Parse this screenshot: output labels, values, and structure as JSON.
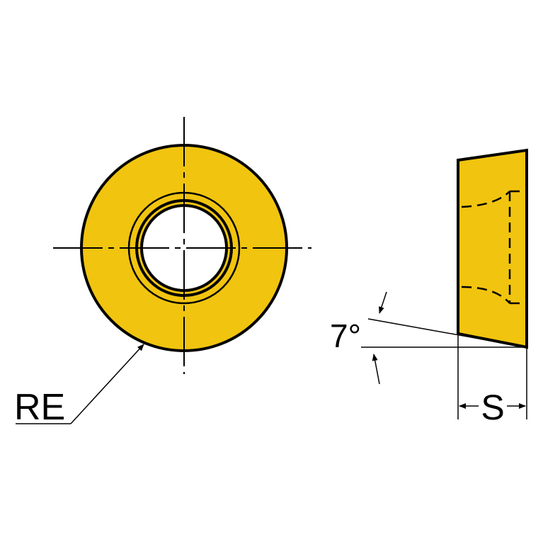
{
  "labels": {
    "radius": "RE",
    "angle": "7°",
    "thickness": "S"
  },
  "colors": {
    "insert_fill": "#f1c40f",
    "line": "#000000",
    "background": "#ffffff"
  }
}
